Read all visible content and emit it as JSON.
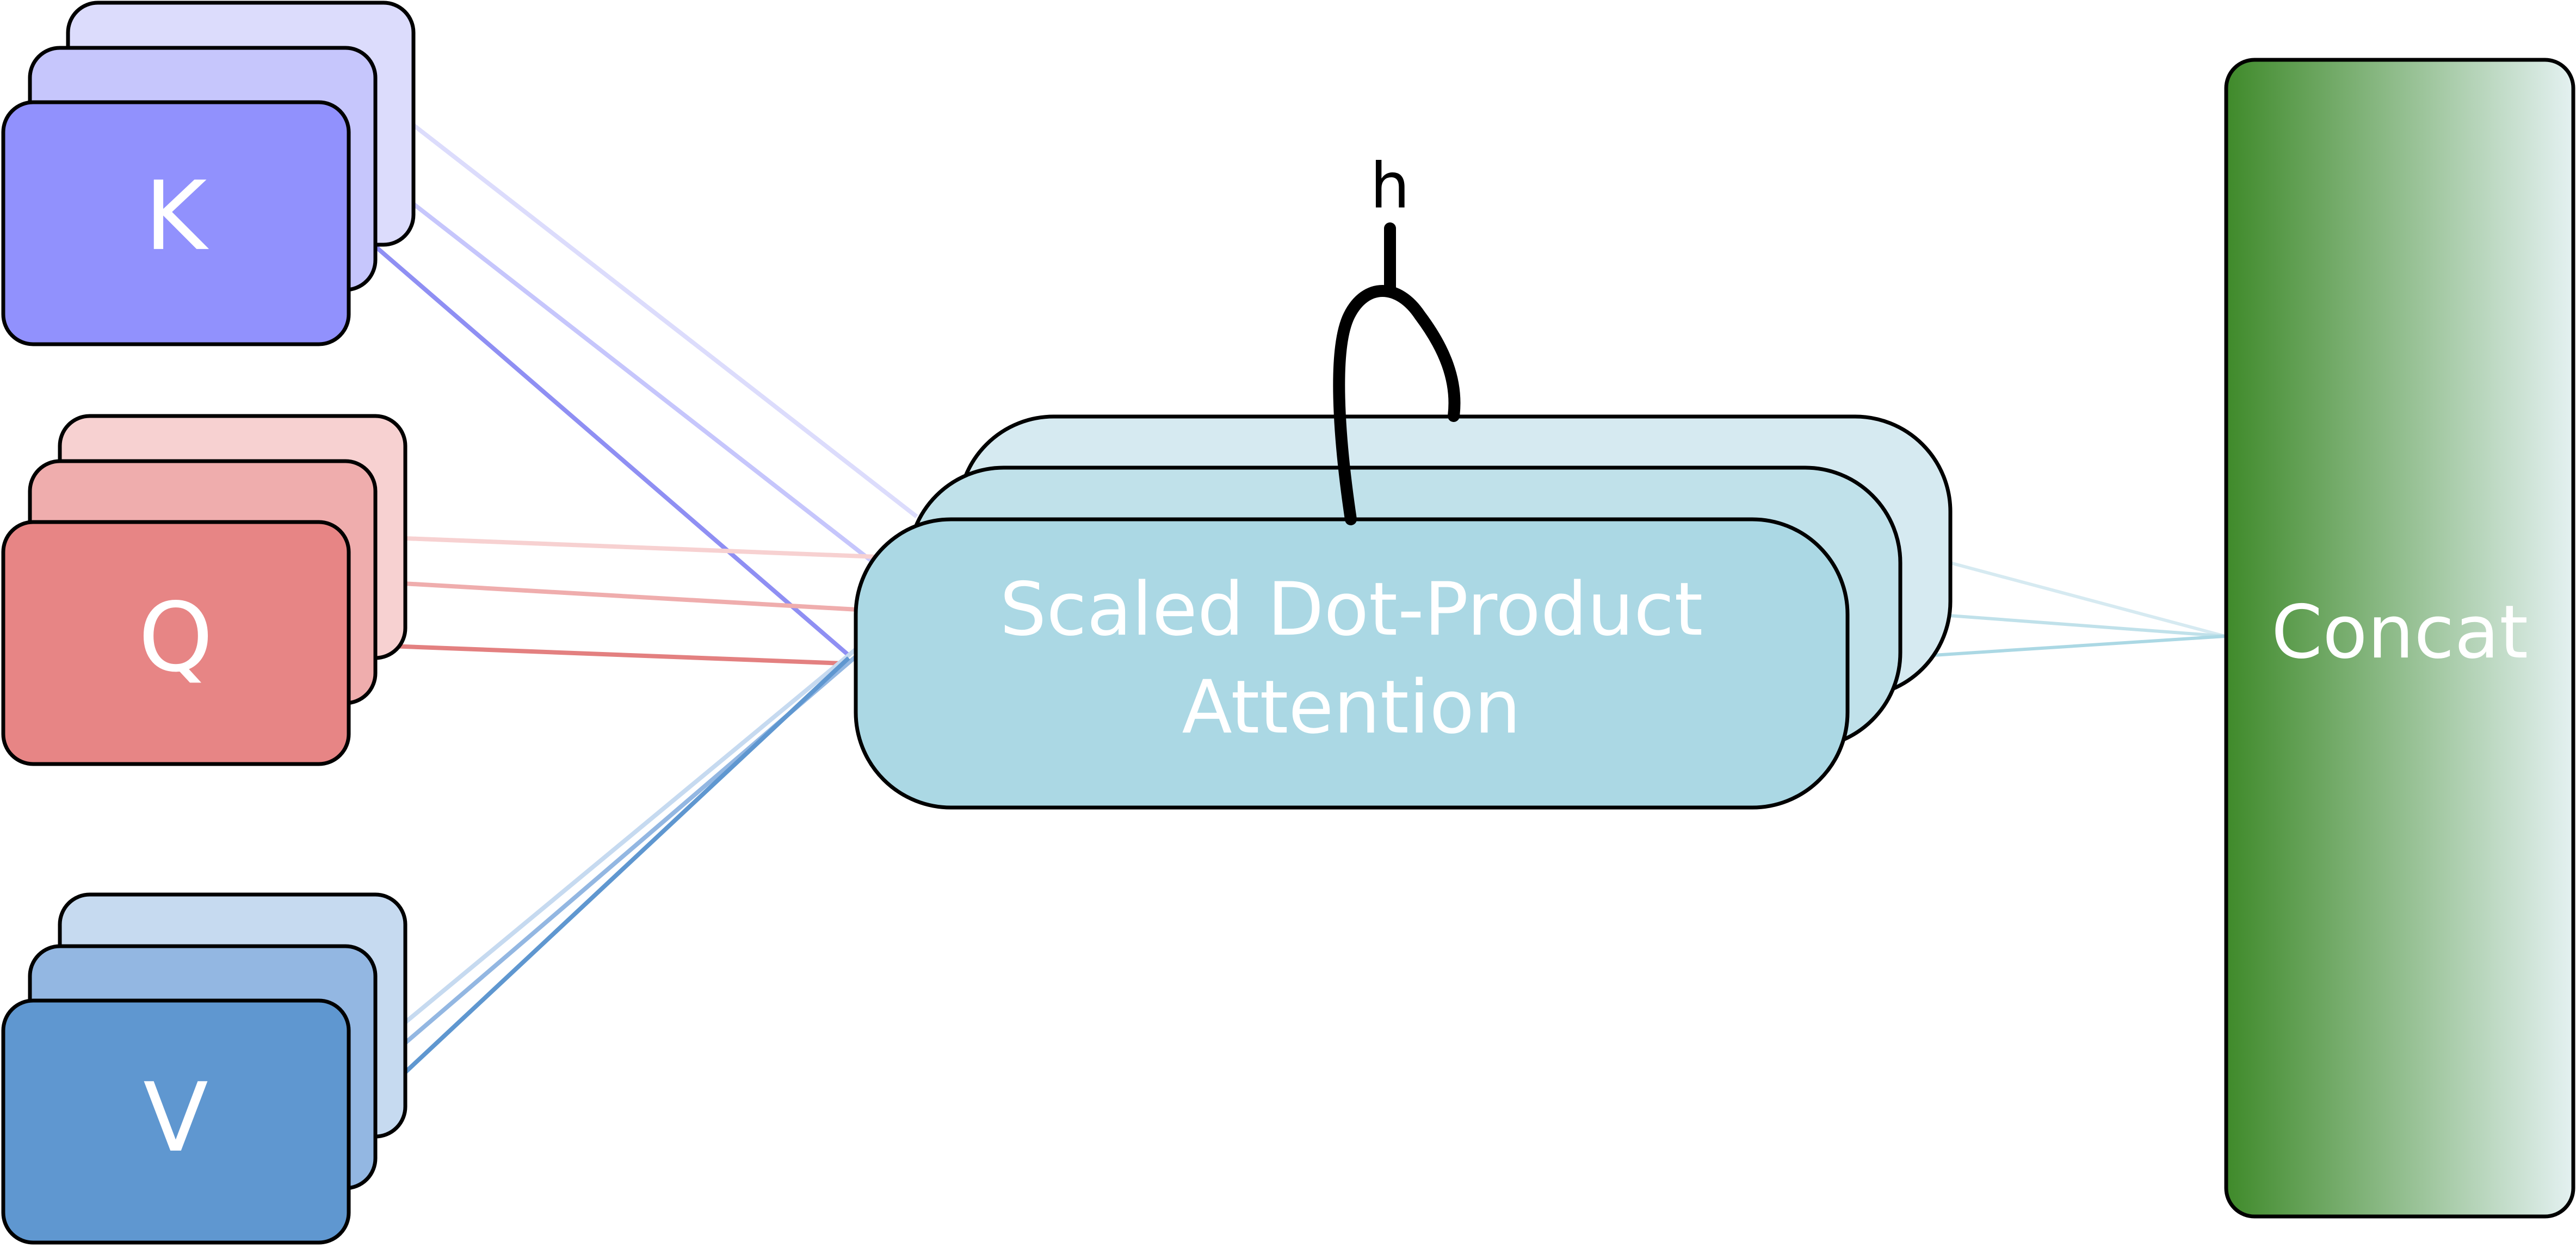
{
  "inputs": {
    "k": {
      "label": "K",
      "colors": [
        "#dcdcfc",
        "#c6c6fc",
        "#9191fd"
      ]
    },
    "q": {
      "label": "Q",
      "colors": [
        "#f7d1d1",
        "#efadad",
        "#e78585"
      ]
    },
    "v": {
      "label": "V",
      "colors": [
        "#c6daf0",
        "#93b7e2",
        "#5f97d0"
      ]
    }
  },
  "attention": {
    "label_line1": "Scaled Dot-Product",
    "label_line2": "Attention",
    "colors": [
      "#d6eaf1",
      "#c0e1ea",
      "#abd8e4"
    ]
  },
  "heads": {
    "label": "h"
  },
  "concat": {
    "label": "Concat",
    "gradient": [
      "#3f8a2a",
      "#e4f1f1"
    ]
  }
}
